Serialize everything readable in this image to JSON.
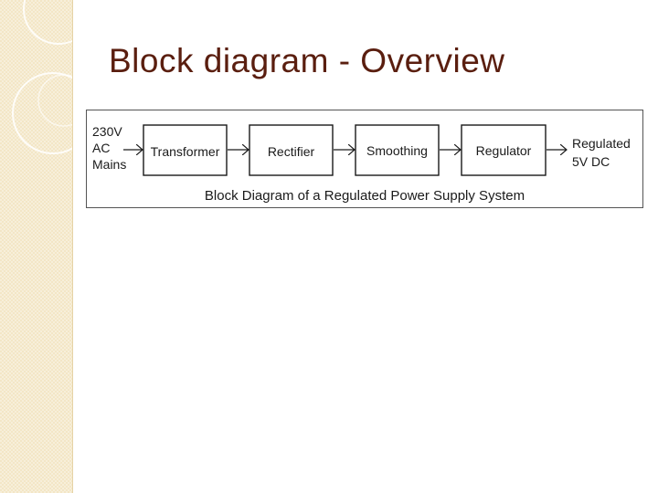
{
  "slide": {
    "title": "Block diagram - Overview"
  },
  "diagram": {
    "input_label": [
      "230V",
      "AC",
      "Mains"
    ],
    "blocks": [
      {
        "label": "Transformer"
      },
      {
        "label": "Rectifier"
      },
      {
        "label": "Smoothing"
      },
      {
        "label": "Regulator"
      }
    ],
    "output_label": [
      "Regulated",
      "5V DC"
    ],
    "caption": "Block Diagram of a Regulated Power Supply System"
  },
  "colors": {
    "title": "#5a1e0f",
    "side_band": "#f3e6c6",
    "diagram_stroke": "#1a1a1a"
  }
}
